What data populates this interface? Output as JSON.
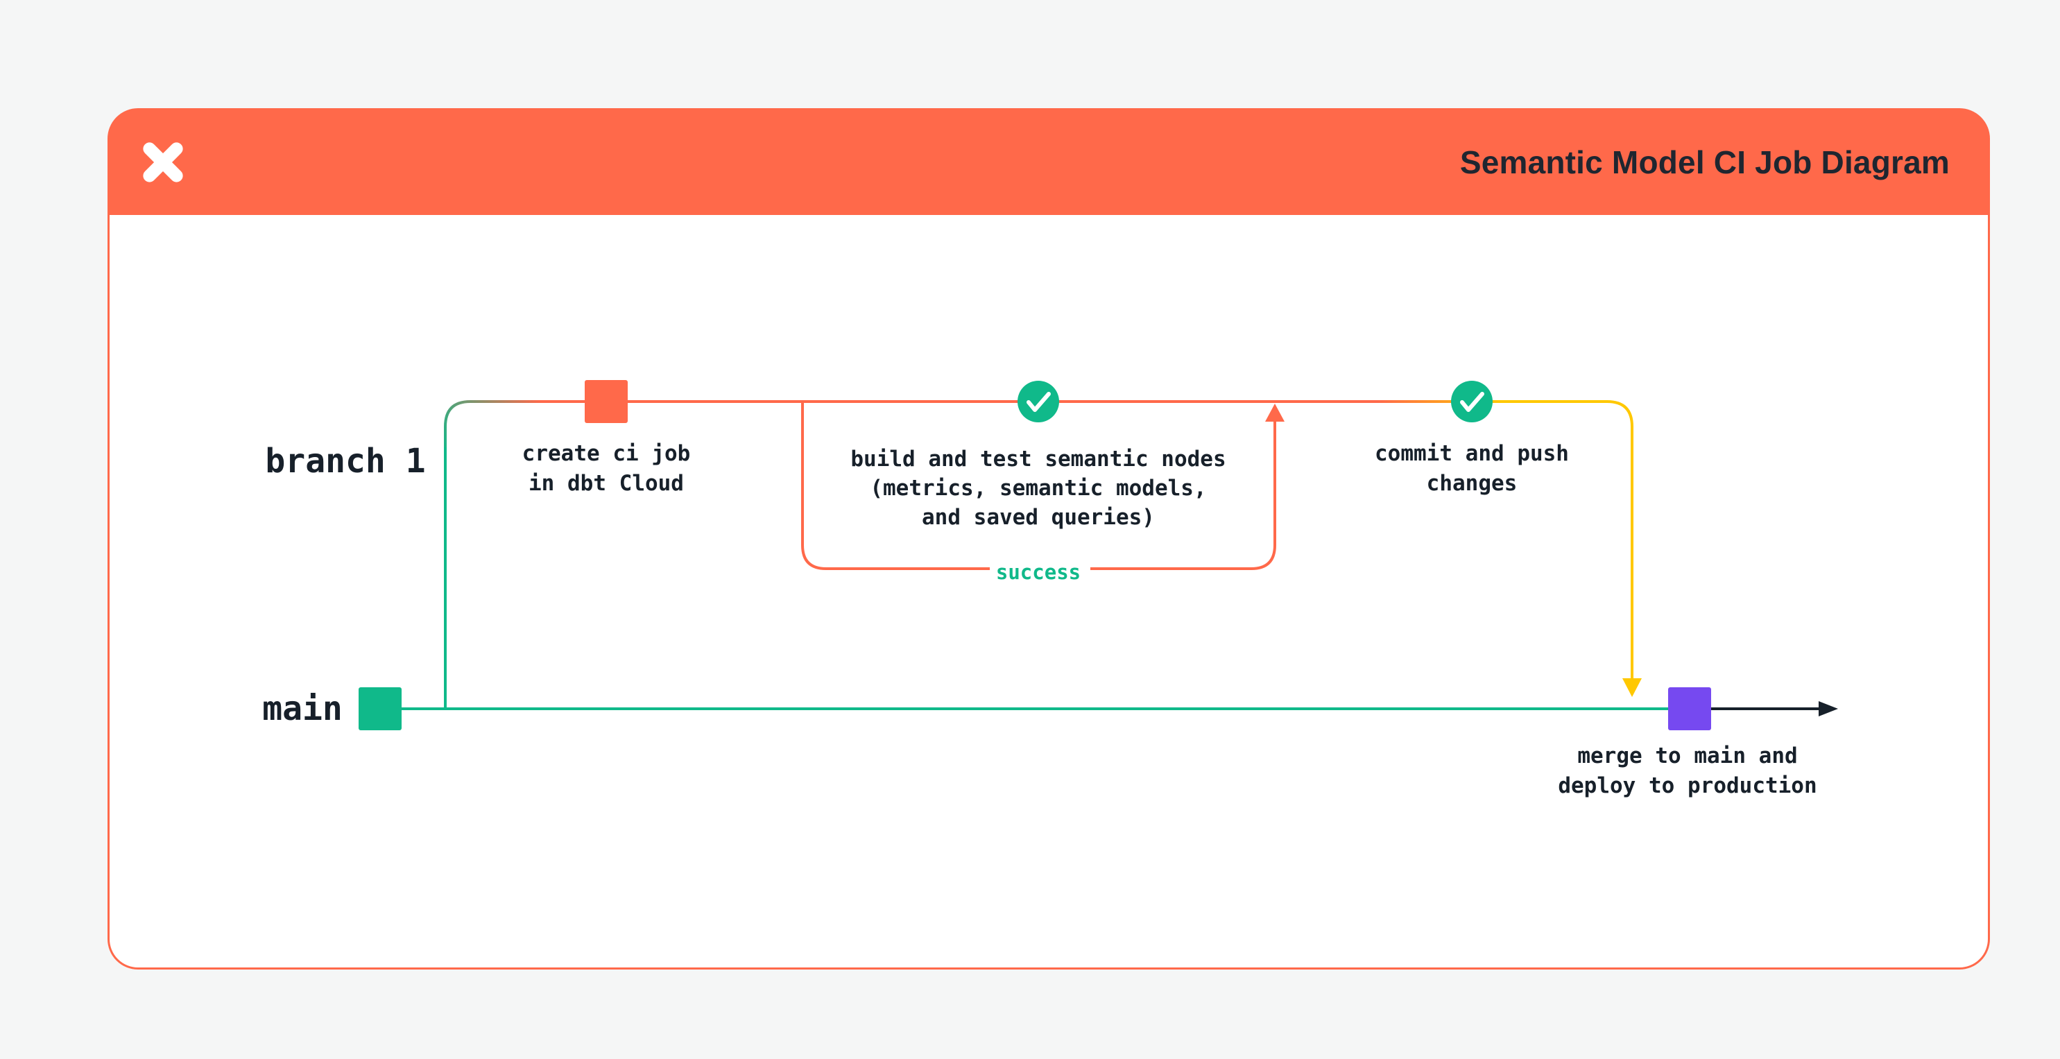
{
  "header": {
    "title": "Semantic Model CI Job Diagram",
    "logo": "dbt-logo"
  },
  "diagram": {
    "lanes": {
      "branch": "branch 1",
      "main": "main"
    },
    "nodes": {
      "create_ci": {
        "label": "create ci job\nin dbt Cloud"
      },
      "build_test": {
        "label": "build and test semantic nodes\n(metrics, semantic models,\nand saved queries)"
      },
      "commit_push": {
        "label": "commit and push\nchanges"
      },
      "merge": {
        "label": "merge to main and\ndeploy to production"
      }
    },
    "loop": {
      "label": "success"
    }
  },
  "colors": {
    "orange": "#ff694a",
    "teal": "#10b98a",
    "yellow": "#ffc800",
    "purple": "#7649f0",
    "ink": "#17202a",
    "title_ink": "#1f2630",
    "page_bg": "#f5f6f6",
    "card_bg": "#ffffff"
  }
}
